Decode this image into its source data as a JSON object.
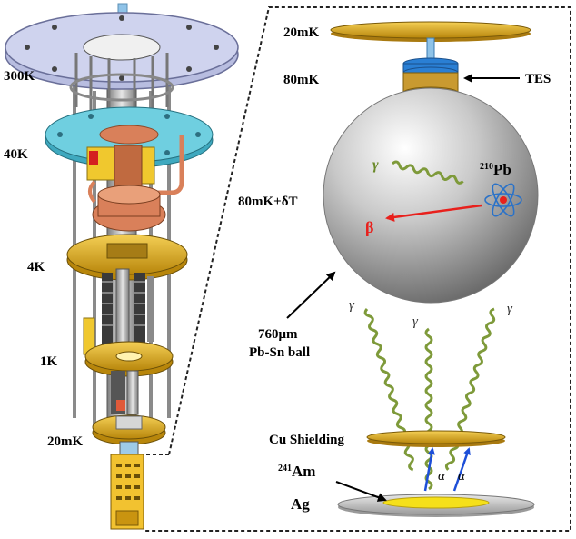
{
  "cryostat_stages": {
    "s300k": "300K",
    "s40k": "40K",
    "s4k": "4K",
    "s1k": "1K",
    "s20mk": "20mK"
  },
  "detector_stack": {
    "plate_20mk": "20mK",
    "plate_80mk": "80mK",
    "ball_80mk": "80mK+δT",
    "tes_label": "TES",
    "ball_label_line1": "760μm",
    "ball_label_line2": "Pb-Sn ball",
    "shielding": "Cu Shielding",
    "am_mass": "241",
    "am_symbol": "Am",
    "ag_label": "Ag"
  },
  "physics": {
    "gamma": "γ",
    "beta": "β",
    "alpha": "α",
    "pb_mass": "210",
    "pb_symbol": "Pb"
  },
  "colors": {
    "gold": "#e6b422",
    "gold_dark": "#a97a10",
    "copper": "#d9805a",
    "cyan": "#5cc4d6",
    "red": "#e8201c",
    "arrow_blue": "#1d4fd8",
    "gamma_green": "#7e9a3a",
    "tes_blue": "#2a7fd4",
    "frame": "#222222"
  },
  "icons": [
    "atom-icon",
    "wavy-gamma-icon"
  ]
}
